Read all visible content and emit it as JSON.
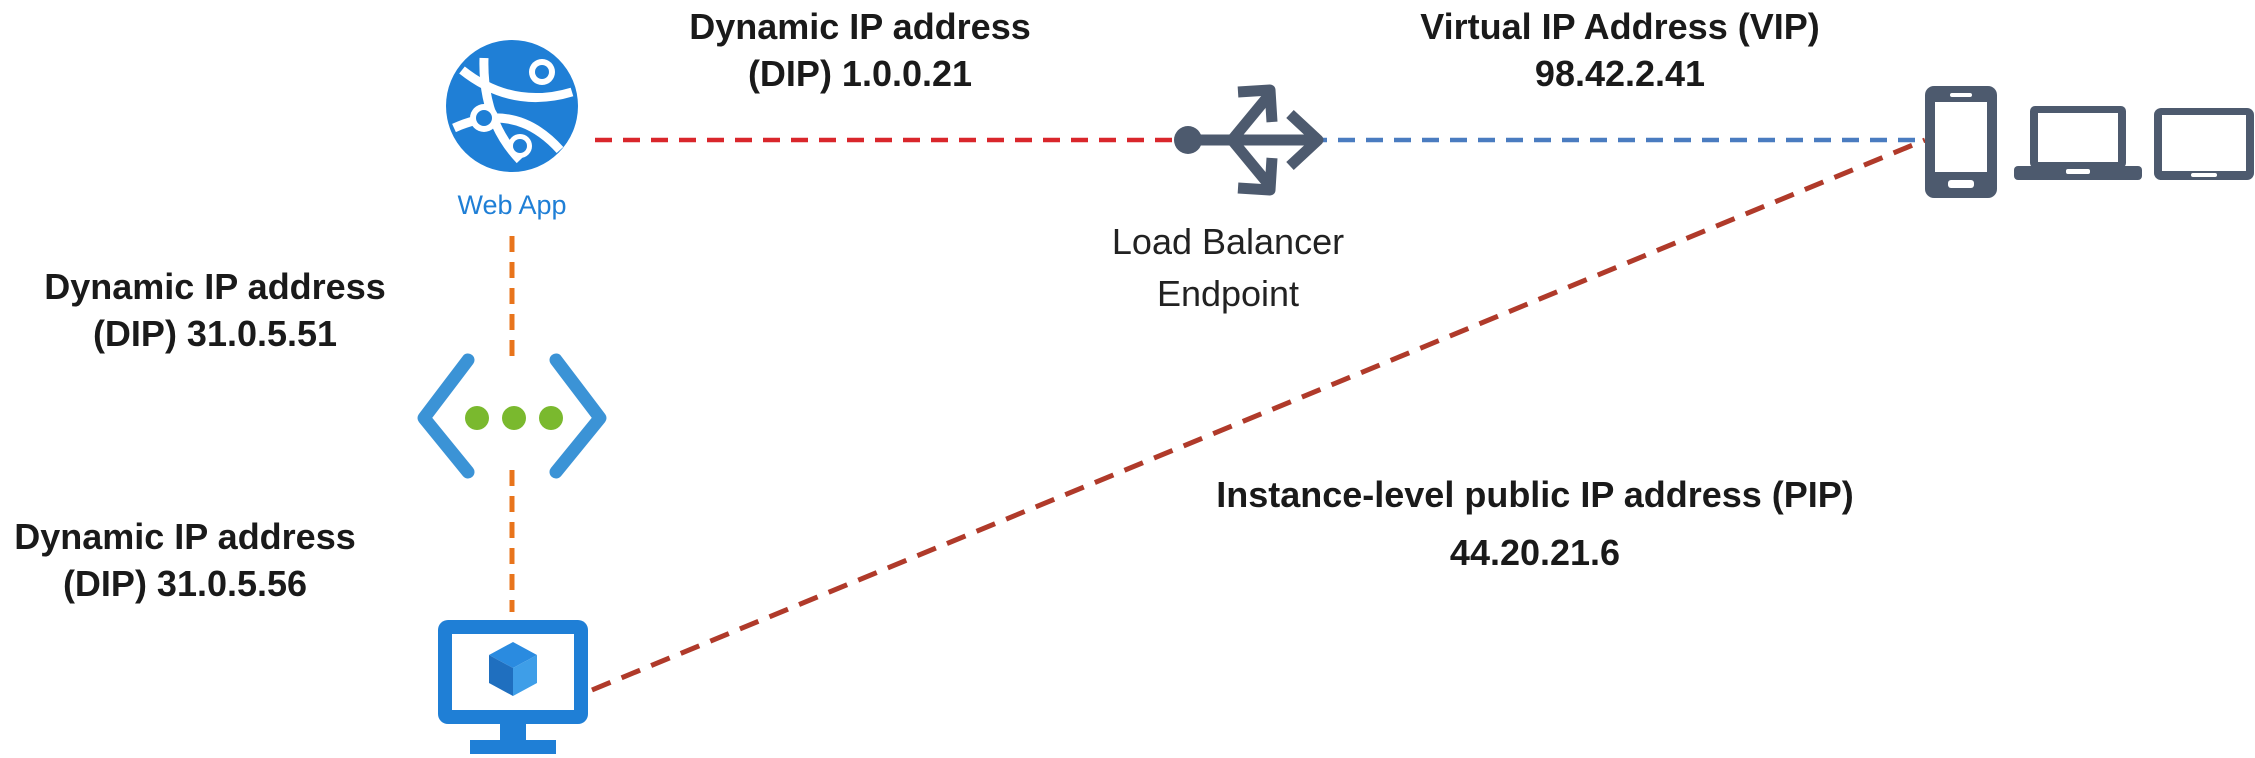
{
  "labels": {
    "dip_web_lb": [
      "Dynamic IP address",
      "(DIP) 1.0.0.21"
    ],
    "vip": [
      "Virtual IP Address (VIP)",
      "98.42.2.41"
    ],
    "dip_web_vnet": [
      "Dynamic IP address",
      "(DIP) 31.0.5.51"
    ],
    "dip_vm": [
      "Dynamic IP address",
      "(DIP) 31.0.5.56"
    ],
    "lb": [
      "Load Balancer",
      "Endpoint"
    ],
    "pip": [
      "Instance-level public IP address (PIP)",
      "44.20.21.6"
    ]
  },
  "icons": {
    "web_app": {
      "name": "web-app-icon",
      "label": "Web App"
    },
    "vnet": {
      "name": "virtual-network-icon"
    },
    "vm": {
      "name": "virtual-machine-icon"
    },
    "lb": {
      "name": "load-balancer-icon"
    },
    "clients": [
      "phone-icon",
      "laptop-icon",
      "tablet-icon"
    ]
  },
  "colors": {
    "azure_blue": "#1f7fd6",
    "red_line": "#d9262b",
    "blue_line": "#4a7cc0",
    "orange_line": "#e8741c",
    "brown_line": "#b03a2a",
    "gray_icon": "#4d5a6e",
    "green_dots": "#7ab92e"
  }
}
